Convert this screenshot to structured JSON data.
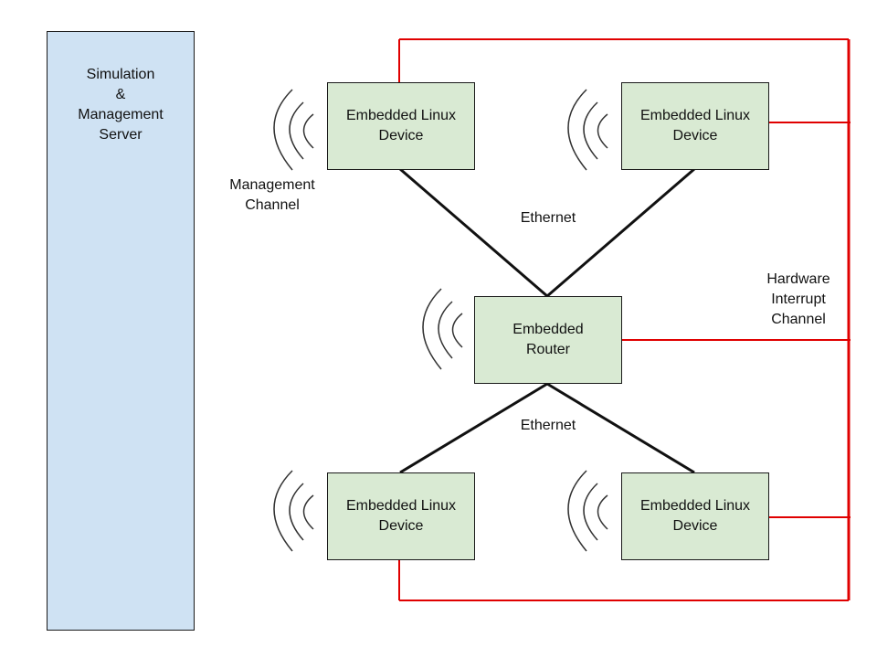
{
  "server": {
    "line1": "Simulation",
    "line2": "&",
    "line3": "Management",
    "line4": "Server"
  },
  "devices": [
    {
      "line1": "Embedded Linux",
      "line2": "Device"
    },
    {
      "line1": "Embedded Linux",
      "line2": "Device"
    },
    {
      "line1": "Embedded Linux",
      "line2": "Device"
    },
    {
      "line1": "Embedded Linux",
      "line2": "Device"
    }
  ],
  "router": {
    "line1": "Embedded",
    "line2": "Router"
  },
  "labels": {
    "management": {
      "line1": "Management",
      "line2": "Channel"
    },
    "ethernet_top": "Ethernet",
    "ethernet_bottom": "Ethernet",
    "hardware": {
      "line1": "Hardware",
      "line2": "Interrupt",
      "line3": "Channel"
    }
  },
  "colors": {
    "device_fill": "#d9ead3",
    "server_fill": "#cfe2f3",
    "interrupt_line": "#e00000",
    "ethernet_line": "#111111"
  }
}
